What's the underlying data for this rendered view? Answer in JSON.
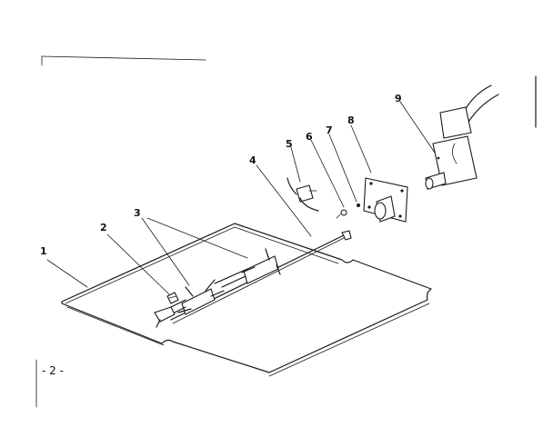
{
  "page": {
    "page_number_label": "- 2 -"
  },
  "callouts": [
    "1",
    "2",
    "3",
    "4",
    "5",
    "6",
    "7",
    "8",
    "9"
  ],
  "colors": {
    "ink": "#1a1a1a",
    "paper": "#ffffff"
  }
}
